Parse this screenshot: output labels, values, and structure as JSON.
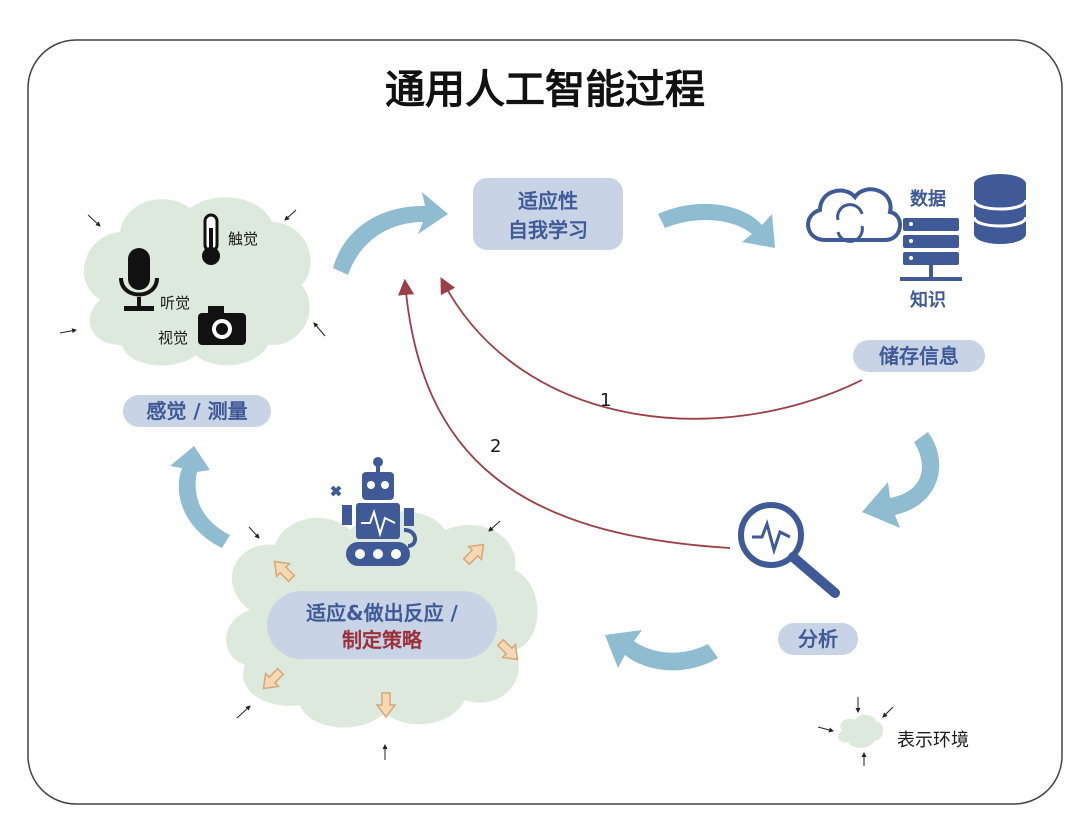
{
  "title": "通用人工智能过程",
  "nodes": {
    "adaptive_learning": {
      "line1": "适应性",
      "line2": "自我学习"
    },
    "storage": {
      "label": "储存信息",
      "data_label": "数据",
      "knowledge_label": "知识"
    },
    "analysis": {
      "label": "分析"
    },
    "perception": {
      "label": "感觉 / 测量",
      "touch": "触觉",
      "hearing": "听觉",
      "vision": "视觉"
    },
    "response": {
      "line1": "适应&做出反应 /",
      "line2": "制定策略"
    }
  },
  "feedback": {
    "path1": "1",
    "path2": "2"
  },
  "legend": {
    "label": "表示环境"
  },
  "colors": {
    "pill_bg": "#c8d4e6",
    "pill_text": "#3f5a96",
    "red_text": "#9b2f3a",
    "cloud_green": "#dde9dc",
    "cycle_arrow": "#8fbcd0",
    "feedback_line": "#9b3f47",
    "icon_blue": "#3f5a96",
    "small_arrow_fill": "#f4d9b4",
    "small_arrow_stroke": "#d8a678"
  }
}
